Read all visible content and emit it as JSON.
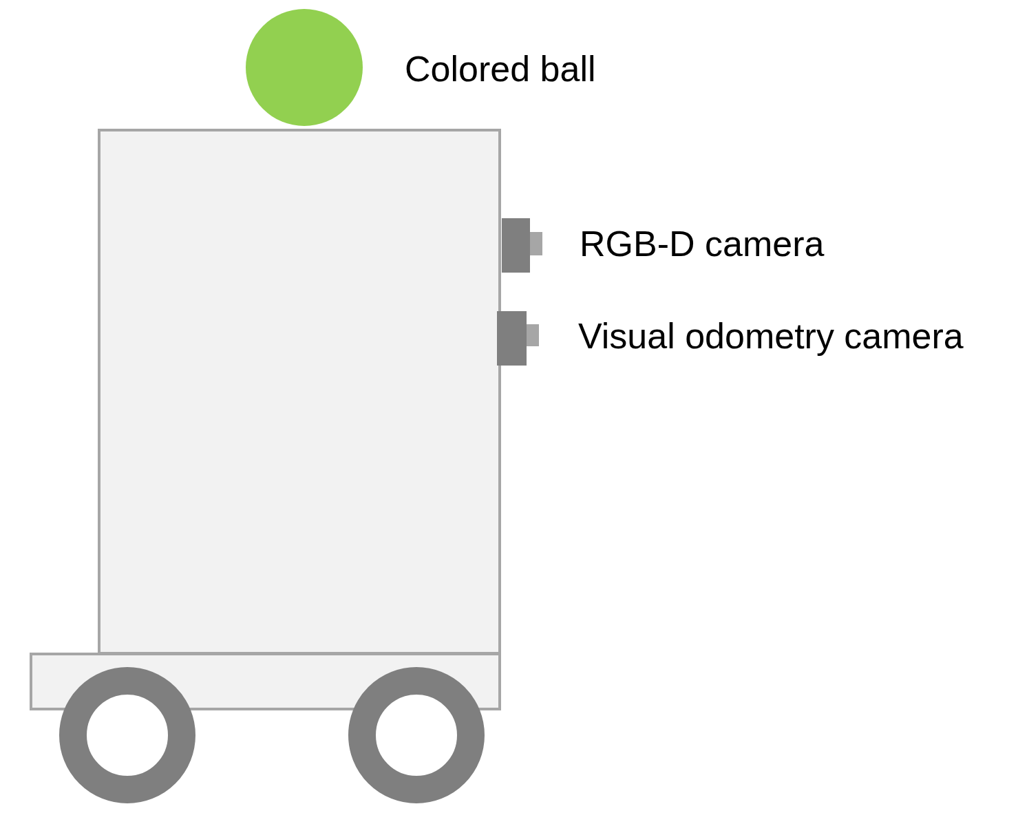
{
  "diagram": {
    "labels": [
      "Colored ball",
      "RGB-D camera",
      "Visual odometry camera"
    ]
  }
}
